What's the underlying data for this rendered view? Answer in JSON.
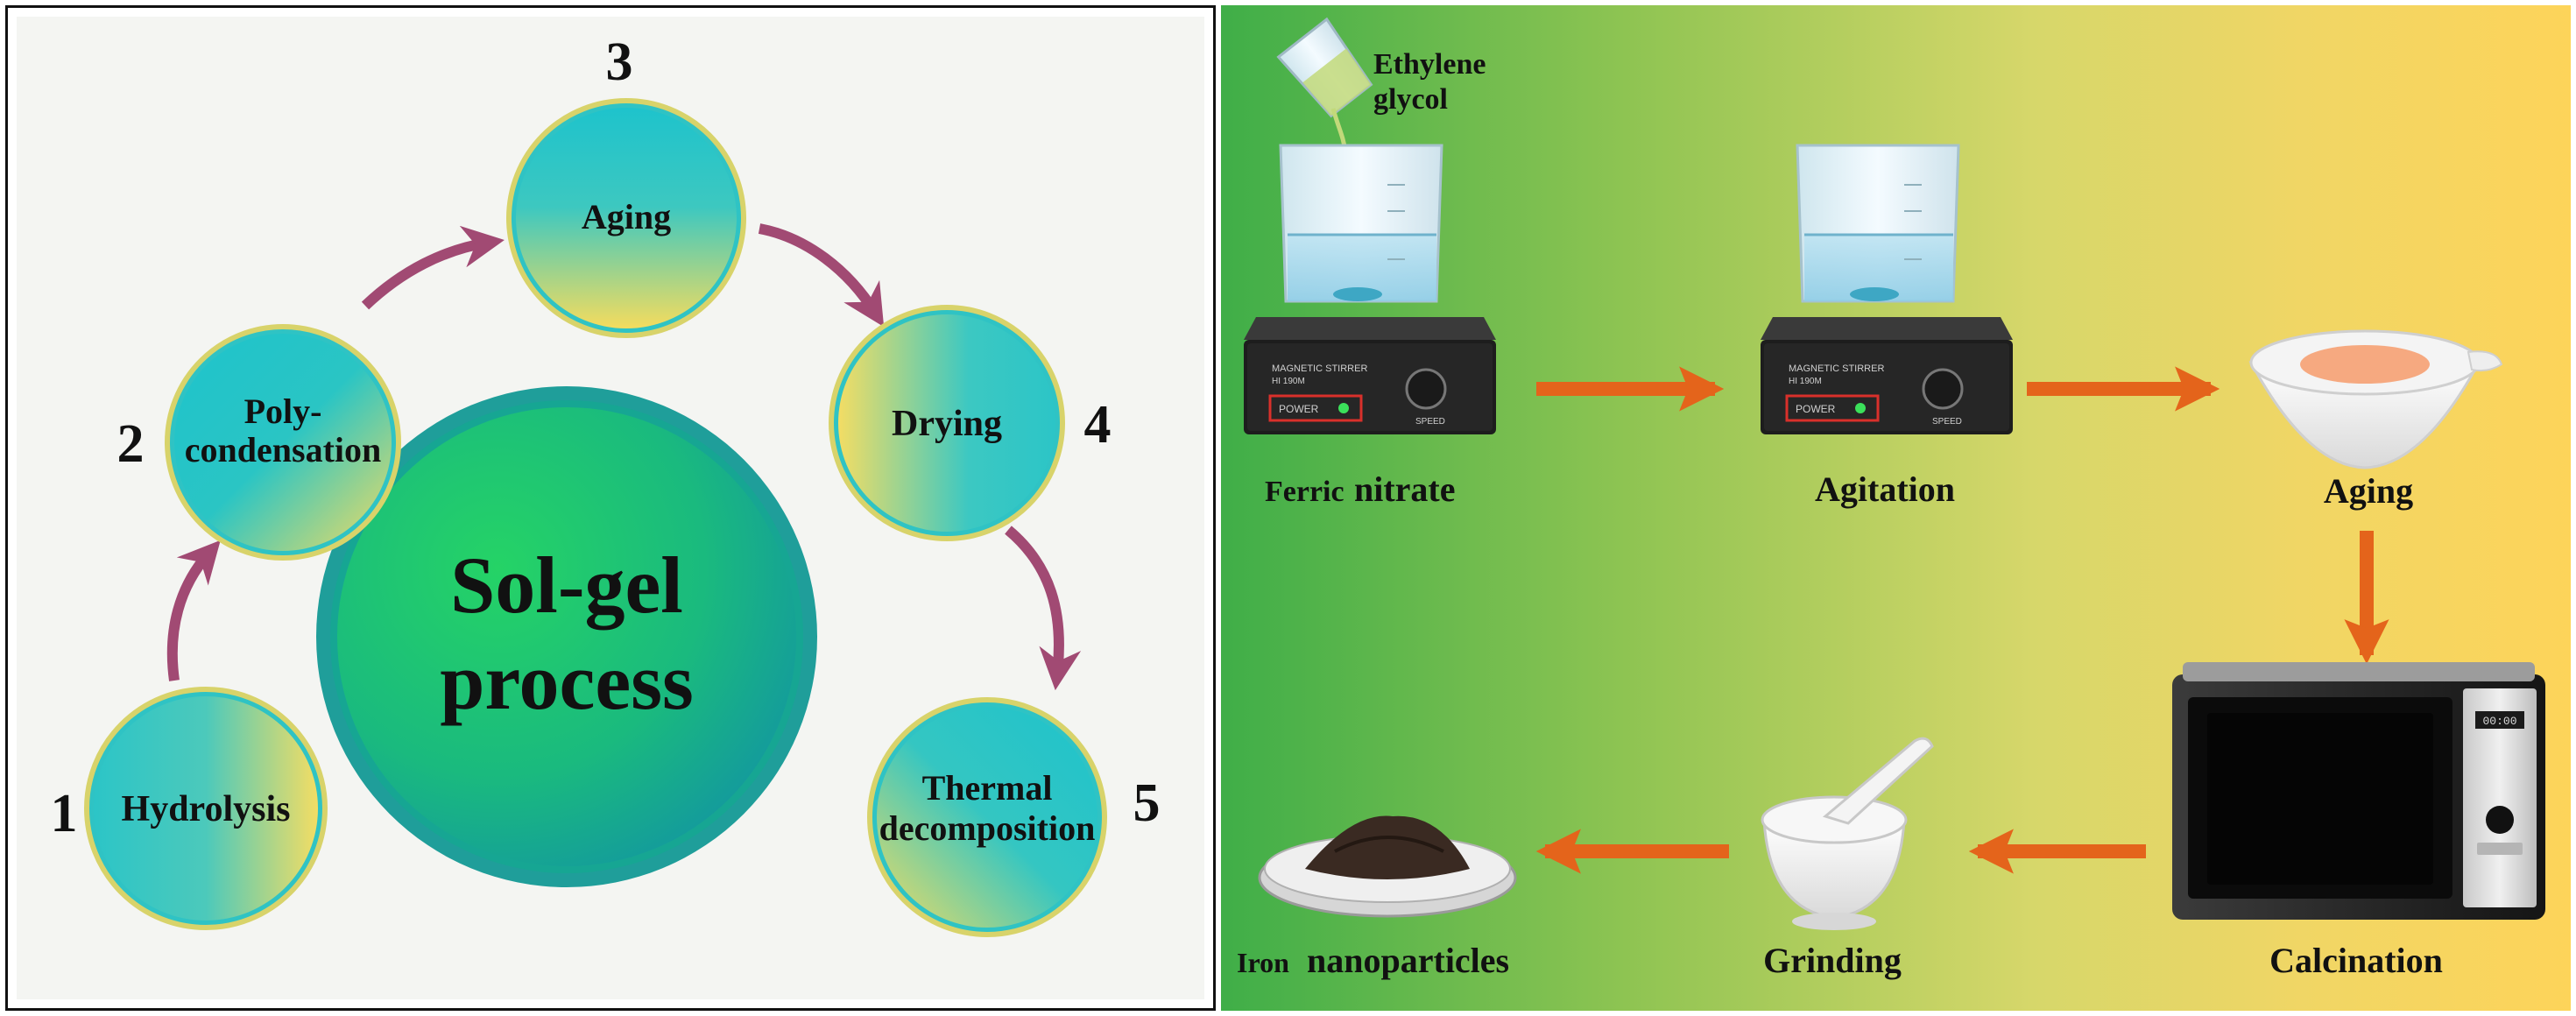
{
  "sol_gel": {
    "center": {
      "line1": "Sol-gel",
      "line2": "process"
    },
    "steps": [
      {
        "number": "1",
        "lines": [
          "Hydrolysis"
        ]
      },
      {
        "number": "2",
        "lines": [
          "Poly-",
          "condensation"
        ]
      },
      {
        "number": "3",
        "lines": [
          "Aging"
        ]
      },
      {
        "number": "4",
        "lines": [
          "Drying"
        ]
      },
      {
        "number": "5",
        "lines": [
          "Thermal",
          "decomposition"
        ]
      }
    ]
  },
  "synthesis": {
    "reagent": {
      "line1": "Ethylene",
      "line2": "glycol"
    },
    "stirrer": {
      "title": "MAGNETIC STIRRER",
      "model": "HI 190M",
      "power": "POWER",
      "speed": "SPEED"
    },
    "steps": {
      "ferric_prefix": "Ferric",
      "ferric_main": "nitrate",
      "agitation": "Agitation",
      "aging": "Aging",
      "calcination": "Calcination",
      "grinding": "Grinding",
      "iron_prefix": "Iron",
      "iron_main": "nanoparticles"
    },
    "oven_display": "00:00"
  },
  "colors": {
    "circle_teal": "#1cc3c8",
    "circle_yellow": "#f2dd6a",
    "sol_gel_arrow": "#a14a73",
    "process_arrow": "#e4641b"
  }
}
